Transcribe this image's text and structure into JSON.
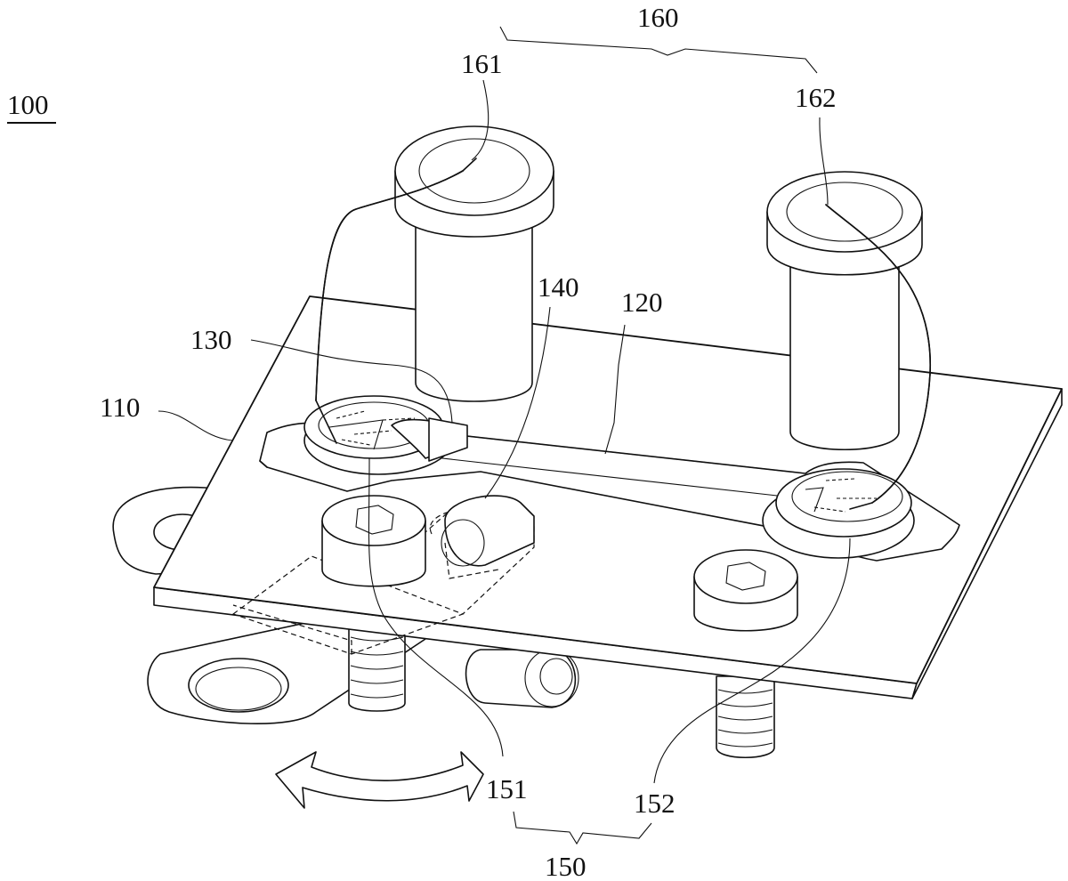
{
  "figure": {
    "labels": {
      "assembly": "100",
      "plate": "110",
      "busbar": "120",
      "left_terminal": "130",
      "sensor": "140",
      "fastener_group": "150",
      "fastener_left": "151",
      "fastener_right": "152",
      "cell_group": "160",
      "cell_left": "161",
      "cell_right": "162"
    }
  }
}
